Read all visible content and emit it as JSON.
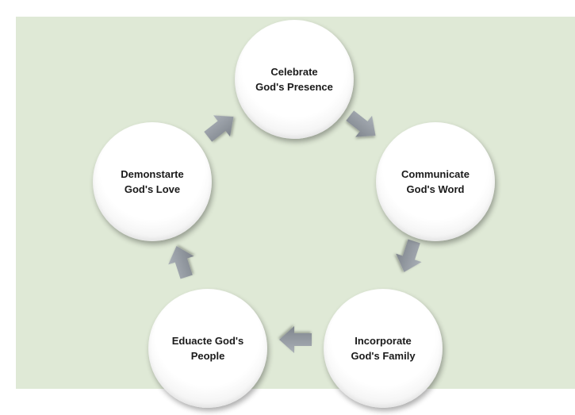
{
  "cycle": {
    "nodes": [
      {
        "line1": "Celebrate",
        "line2": "God's Presence"
      },
      {
        "line1": "Communicate",
        "line2": "God's Word"
      },
      {
        "line1": "Incorporate",
        "line2": "God's Family"
      },
      {
        "line1": "Eduacte God's",
        "line2": "People"
      },
      {
        "line1": "Demonstarte",
        "line2": "God's Love"
      }
    ],
    "colors": {
      "background": "#dfe9d6",
      "node_fill": "#ffffff",
      "arrow_fill": "#8e949c",
      "text": "#1a1a1a"
    }
  }
}
